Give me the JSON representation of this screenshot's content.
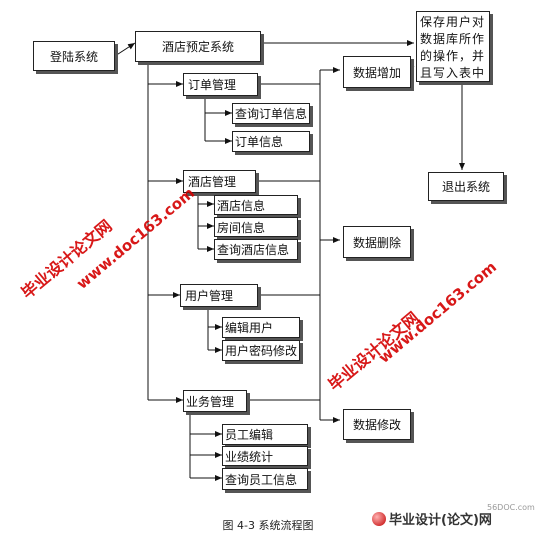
{
  "nodes": {
    "login": "登陆系统",
    "main": "酒店预定系统",
    "order_mgmt": "订单管理",
    "query_order": "查询订单信息",
    "order_info": "订单信息",
    "hotel_mgmt": "酒店管理",
    "hotel_info": "酒店信息",
    "room_info": "房间信息",
    "query_hotel": "查询酒店信息",
    "user_mgmt": "用户管理",
    "edit_user": "编辑用户",
    "change_pwd": "用户密码修改",
    "biz_mgmt": "业务管理",
    "staff_edit": "员工编辑",
    "perf_stats": "业绩统计",
    "query_staff": "查询员工信息",
    "data_add": "数据增加",
    "data_delete": "数据删除",
    "data_modify": "数据修改",
    "save_ops": "保存用户对数据库所作的操作，并且写入表中",
    "exit": "退出系统"
  },
  "caption": "图 4-3  系统流程图",
  "watermarks": {
    "site": "www.doc163.com",
    "name": "毕业设计论文网"
  },
  "footer": {
    "logo": "毕业设计(论文)网",
    "site": "56DOC.com"
  },
  "colors": {
    "watermark": "#d40000",
    "line": "#111111"
  }
}
